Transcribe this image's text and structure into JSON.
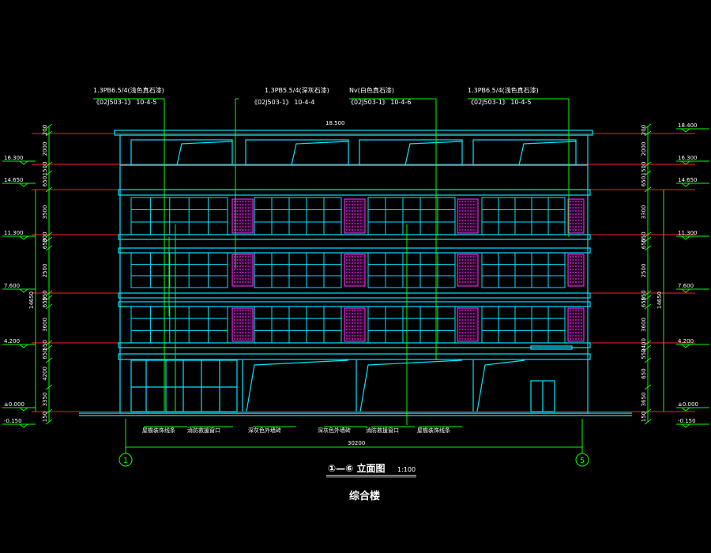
{
  "colors": {
    "background": "#000000",
    "outline": "#00e5ff",
    "leader": "#00ff00",
    "text": "#ffffff",
    "level_line": "#ff2020",
    "panel": "#ff33ff",
    "axis_circle": "#00ff00"
  },
  "drawing": {
    "title": "①—⑥ 立面图",
    "scale": "1:100",
    "subtitle": "综合楼"
  },
  "callouts": [
    {
      "line1": "1.3PB6.5/4(浅色真石漆)",
      "line2": "《02J503-1》 10-4-5"
    },
    {
      "line1": "1.3PB5.5/4(深灰石漆)",
      "line2": "《02J503-1》 10-4-4"
    },
    {
      "line1": "Nv(白色真石漆)",
      "line2": "《02J503-1》 10-4-6"
    },
    {
      "line1": "1.3PB6.5/4(浅色真石漆)",
      "line2": "《02J503-1》 10-4-5"
    }
  ],
  "bottom_notes": [
    "屋檐装饰线条",
    "消防救援窗口",
    "深灰色外墙砖",
    "深灰色外墙砖",
    "消防救援窗口",
    "屋檐装饰线条"
  ],
  "top_level": "18.500",
  "left_levels": [
    "16.300",
    "14.650",
    "11.300",
    "7.600",
    "4.200",
    "±0.000",
    "-0.150"
  ],
  "right_levels": [
    "18.400",
    "16.300",
    "14.650",
    "11.300",
    "7.600",
    "4.200",
    "±0.000",
    "-0.150"
  ],
  "left_dims": [
    "200",
    "2000",
    "1500",
    "650",
    "3500",
    "300",
    "650",
    "2500",
    "550",
    "650",
    "3600",
    "550",
    "650",
    "4200",
    "3350",
    "150",
    "150"
  ],
  "left_total": "14650",
  "right_dims": [
    "200",
    "2000",
    "1500",
    "650",
    "3300",
    "550",
    "650",
    "2500",
    "550",
    "650",
    "3600",
    "2400",
    "550",
    "650",
    "3650",
    "150",
    "150"
  ],
  "right_total": "14650",
  "overall_width": "30200",
  "axes": [
    "1",
    "5"
  ]
}
